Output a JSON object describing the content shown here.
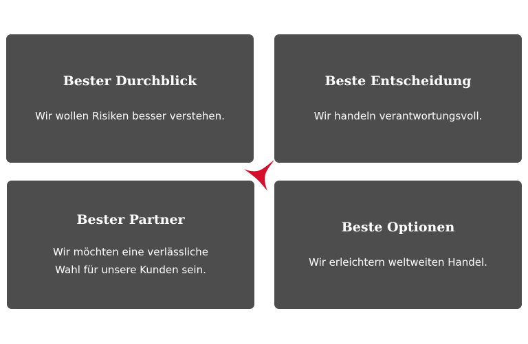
{
  "cards": [
    {
      "title": "Bester Durchblick",
      "text": "Wir wollen Risiken besser verstehen."
    },
    {
      "title": "Beste Entscheidung",
      "text": "Wir handeln verantwortungsvoll."
    },
    {
      "title": "Bester Partner",
      "text": "Wir möchten eine verlässliche\nWahl für unsere Kunden sein."
    },
    {
      "title": "Beste Optionen",
      "text": "Wir erleichtern weltweiten Handel."
    }
  ],
  "colors": {
    "card_background": "#4d4d4d",
    "card_text": "#ffffff",
    "accent": "#d50f2b",
    "page_background": "#ffffff"
  },
  "icons": {
    "center_mark": "red-tri-swoosh-logo-icon"
  }
}
